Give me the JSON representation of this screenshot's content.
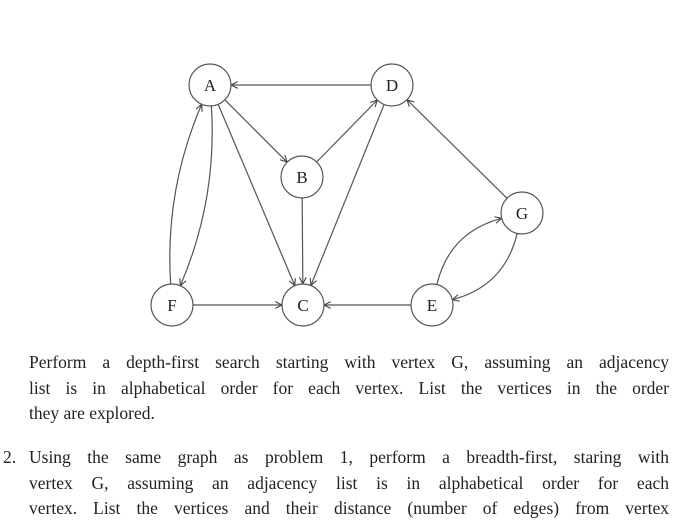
{
  "graph": {
    "nodes": [
      "A",
      "B",
      "C",
      "D",
      "E",
      "F",
      "G"
    ],
    "edges": [
      {
        "from": "D",
        "to": "A"
      },
      {
        "from": "A",
        "to": "B"
      },
      {
        "from": "B",
        "to": "D"
      },
      {
        "from": "A",
        "to": "C"
      },
      {
        "from": "B",
        "to": "C"
      },
      {
        "from": "D",
        "to": "C"
      },
      {
        "from": "G",
        "to": "D"
      },
      {
        "from": "E",
        "to": "G",
        "curved": true
      },
      {
        "from": "G",
        "to": "E",
        "curved": true
      },
      {
        "from": "E",
        "to": "C"
      },
      {
        "from": "F",
        "to": "C"
      },
      {
        "from": "F",
        "to": "A",
        "curved": true
      },
      {
        "from": "A",
        "to": "F",
        "curved": true
      }
    ]
  },
  "problem1": {
    "lines": [
      "Perform a depth-first search starting with vertex G, assuming an adjacency",
      "list is in alphabetical order for each vertex. List the vertices in the order",
      "they are explored."
    ]
  },
  "problem2": {
    "number": "2.",
    "lines": [
      "Using the same graph as problem 1, perform a breadth-first, staring with",
      "vertex G, assuming an adjacency list is in alphabetical order for each",
      "vertex. List the vertices and their distance (number of edges) from vertex"
    ]
  }
}
